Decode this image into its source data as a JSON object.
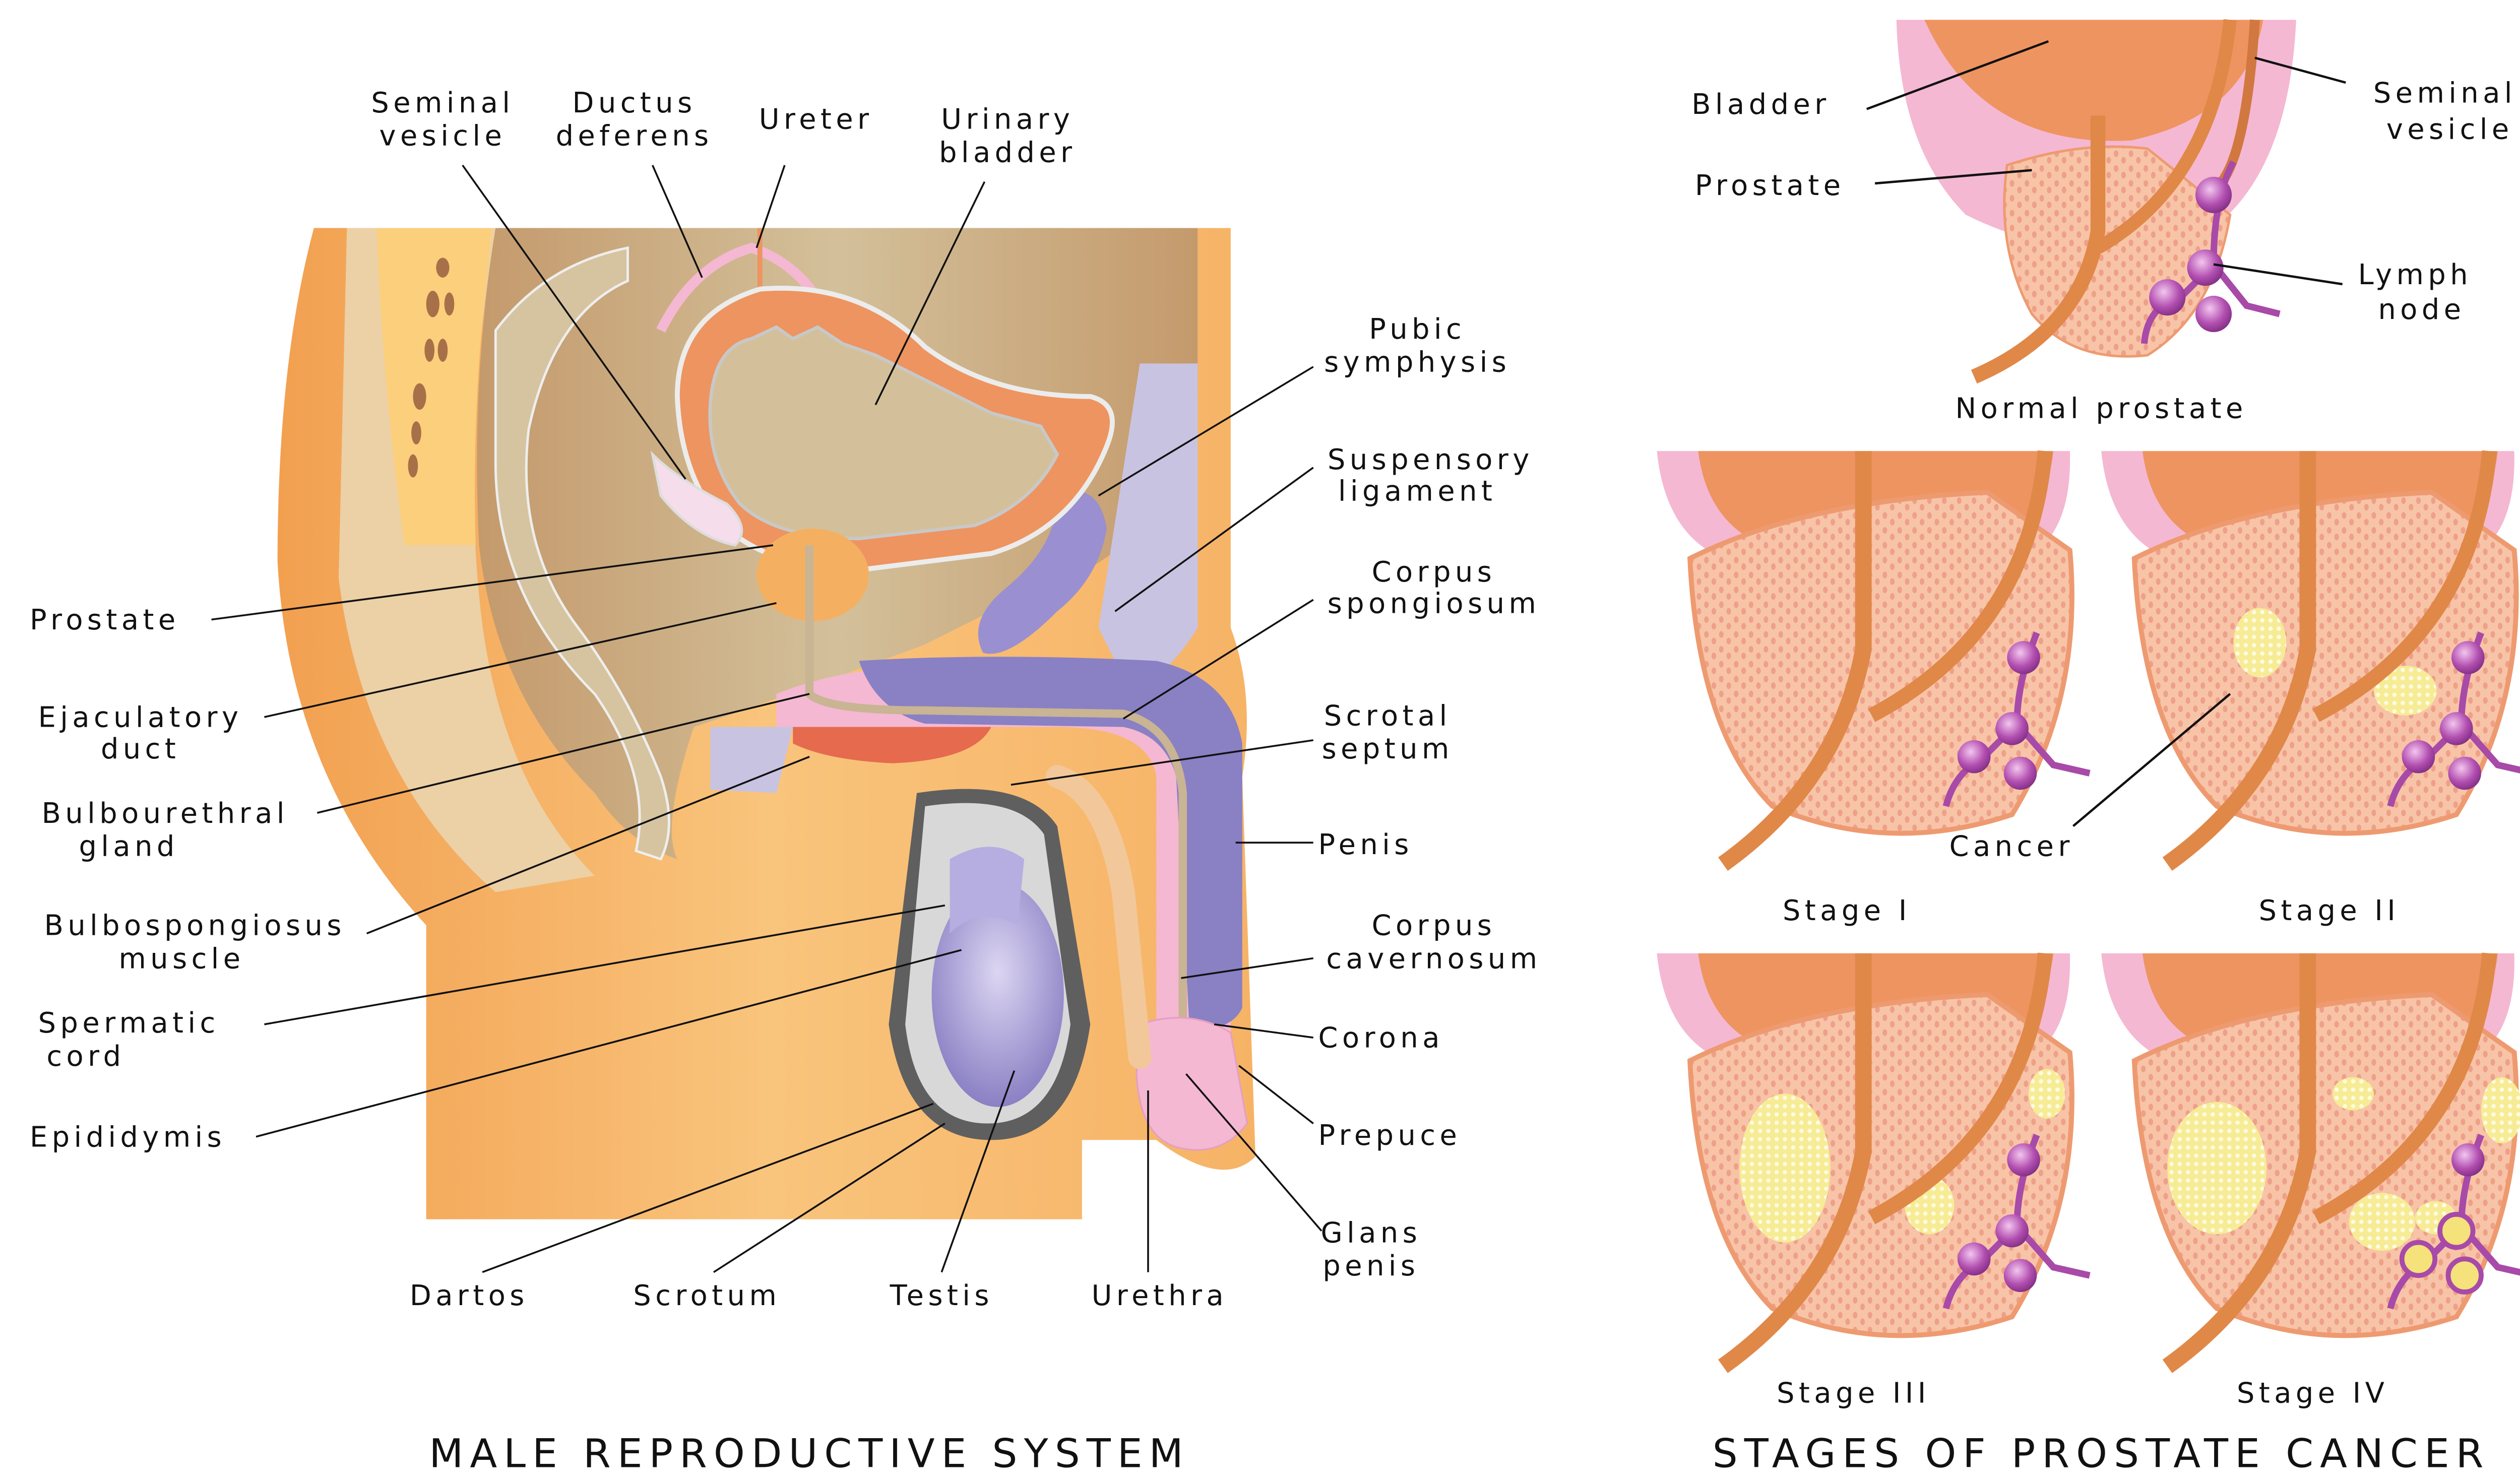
{
  "left_panel": {
    "title": "MALE REPRODUCTIVE SYSTEM",
    "labels": {
      "seminal_vesicle": [
        "Seminal",
        "vesicle"
      ],
      "ductus_deferens": [
        "Ductus",
        "deferens"
      ],
      "ureter": [
        "Ureter"
      ],
      "urinary_bladder": [
        "Urinary",
        "bladder"
      ],
      "pubic_symphysis": [
        "Pubic",
        "symphysis"
      ],
      "suspensory_ligament": [
        "Suspensory",
        "ligament"
      ],
      "corpus_spongiosum": [
        "Corpus",
        "spongiosum"
      ],
      "scrotal_septum": [
        "Scrotal",
        "septum"
      ],
      "penis": [
        "Penis"
      ],
      "corpus_cavernosum": [
        "Corpus",
        "cavernosum"
      ],
      "corona": [
        "Corona"
      ],
      "prepuce": [
        "Prepuce"
      ],
      "glans_penis": [
        "Glans",
        "penis"
      ],
      "prostate": [
        "Prostate"
      ],
      "ejaculatory_duct": [
        "Ejaculatory",
        "duct"
      ],
      "bulbourethral_gland": [
        "Bulbourethral",
        "gland"
      ],
      "bulbospongiosus_muscle": [
        "Bulbospongiosus",
        "muscle"
      ],
      "spermatic_cord": [
        "Spermatic",
        "cord"
      ],
      "epididymis": [
        "Epididymis"
      ],
      "dartos": [
        "Dartos"
      ],
      "scrotum": [
        "Scrotum"
      ],
      "testis": [
        "Testis"
      ],
      "urethra": [
        "Urethra"
      ]
    }
  },
  "right_panel": {
    "title": "STAGES OF PROSTATE CANCER",
    "normal": {
      "caption": "Normal prostate",
      "labels": {
        "bladder": "Bladder",
        "prostate": "Prostate",
        "seminal_vesicle": [
          "Seminal",
          "vesicle"
        ],
        "lymph_node": [
          "Lymph",
          "node"
        ]
      }
    },
    "stages": [
      {
        "caption": "Stage I"
      },
      {
        "caption": "Stage II",
        "annotation": "Cancer"
      },
      {
        "caption": "Stage III"
      },
      {
        "caption": "Stage IV"
      }
    ]
  },
  "colors": {
    "skin": "#f6b062",
    "skin_light": "#f9c98a",
    "tissue_tan": "#c9a87a",
    "bladder_orange": "#ee9460",
    "pink": "#f4b8d2",
    "purple": "#8a80c4",
    "lavender": "#c9c3e2",
    "red_muscle": "#e66a4e",
    "prostate_fill": "#f7c0a0",
    "urethra_brown": "#e08848",
    "lymph_purple": "#a84aa8",
    "cancer_yellow": "#fff2a0"
  }
}
